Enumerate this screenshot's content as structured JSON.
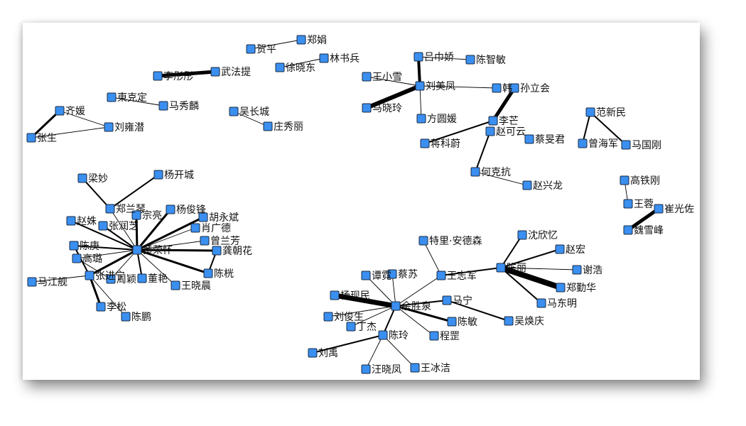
{
  "diagram": {
    "type": "co-authorship network",
    "node_color": "#3a8ff0",
    "nodes": [
      "贺平",
      "郑娟",
      "林书兵",
      "徐晓东",
      "李彤彤",
      "武法提",
      "東克定",
      "马秀麟",
      "齐媛",
      "刘雍潜",
      "张生",
      "吴长城",
      "庄秀丽",
      "吕巾娇",
      "陈智敏",
      "王小雪",
      "刘美凤",
      "马晓玲",
      "方圆媛",
      "韩",
      "孙立会",
      "李芒",
      "赵可云",
      "蒋科蔚",
      "蔡旻君",
      "何克抗",
      "赵兴龙",
      "范新民",
      "曾海军",
      "马国刚",
      "高铁刚",
      "王蓉",
      "崔光佐",
      "魏雪峰",
      "梁妙",
      "杨开城",
      "郑兰琴",
      "宗亮",
      "杨俊锋",
      "胡永斌",
      "赵姝",
      "张润芝",
      "肖广德",
      "曾兰芳",
      "黄荣怀",
      "龚朝花",
      "陈庚",
      "高璐",
      "张进宁",
      "马江舰",
      "周颖",
      "董艳",
      "陈桄",
      "王晓晨",
      "李松",
      "陈鹏",
      "特里·安德森",
      "王志军",
      "陈丽",
      "沈欣忆",
      "赵宏",
      "谢浩",
      "郑勤华",
      "马东明",
      "谭霓",
      "蔡苏",
      "杨现民",
      "余胜泉",
      "马宁",
      "吴焕庆",
      "刘俊生",
      "丁杰",
      "陈敏",
      "陈玲",
      "程罡",
      "刘禹",
      "汪晓凤",
      "王冰洁"
    ],
    "edges": [
      [
        "贺平",
        "郑娟",
        1
      ],
      [
        "徐晓东",
        "林书兵",
        1
      ],
      [
        "李彤彤",
        "武法提",
        5
      ],
      [
        "東克定",
        "马秀麟",
        1
      ],
      [
        "齐媛",
        "张生",
        3
      ],
      [
        "齐媛",
        "刘雍潜",
        1
      ],
      [
        "张生",
        "刘雍潜",
        1
      ],
      [
        "吴长城",
        "庄秀丽",
        1
      ],
      [
        "吕巾娇",
        "刘美凤",
        4
      ],
      [
        "吕巾娇",
        "陈智敏",
        1
      ],
      [
        "王小雪",
        "刘美凤",
        1
      ],
      [
        "马晓玲",
        "刘美凤",
        6
      ],
      [
        "刘美凤",
        "方圆媛",
        1
      ],
      [
        "刘美凤",
        "韩",
        1
      ],
      [
        "孙立会",
        "李芒",
        5
      ],
      [
        "李芒",
        "蒋科蔚",
        2
      ],
      [
        "赵可云",
        "何克抗",
        2
      ],
      [
        "何克抗",
        "赵兴龙",
        1
      ],
      [
        "范新民",
        "曾海军",
        2
      ],
      [
        "范新民",
        "马国刚",
        2
      ],
      [
        "高铁刚",
        "王蓉",
        1
      ],
      [
        "崔光佐",
        "魏雪峰",
        5
      ],
      [
        "梁妙",
        "郑兰琴",
        2
      ],
      [
        "杨开城",
        "郑兰琴",
        2
      ],
      [
        "黄荣怀",
        "郑兰琴",
        1
      ],
      [
        "黄荣怀",
        "宗亮",
        3
      ],
      [
        "黄荣怀",
        "杨俊锋",
        3
      ],
      [
        "黄荣怀",
        "胡永斌",
        3
      ],
      [
        "黄荣怀",
        "肖广德",
        1
      ],
      [
        "黄荣怀",
        "曾兰芳",
        1
      ],
      [
        "黄荣怀",
        "龚朝花",
        3
      ],
      [
        "黄荣怀",
        "陈桄",
        3
      ],
      [
        "黄荣怀",
        "王晓晨",
        1
      ],
      [
        "黄荣怀",
        "董艳",
        2
      ],
      [
        "黄荣怀",
        "周颖",
        1
      ],
      [
        "黄荣怀",
        "张进宁",
        3
      ],
      [
        "黄荣怀",
        "高璐",
        1
      ],
      [
        "黄荣怀",
        "陈庚",
        2
      ],
      [
        "黄荣怀",
        "赵姝",
        2
      ],
      [
        "黄荣怀",
        "张润芝",
        2
      ],
      [
        "龚朝花",
        "陈桄",
        2
      ],
      [
        "陈庚",
        "张进宁",
        2
      ],
      [
        "张进宁",
        "马江舰",
        1
      ],
      [
        "张进宁",
        "李松",
        3
      ],
      [
        "张进宁",
        "陈鹏",
        1
      ],
      [
        "高璐",
        "周颖",
        1
      ],
      [
        "余胜泉",
        "王志军",
        1
      ],
      [
        "特里·安德森",
        "王志军",
        1
      ],
      [
        "王志军",
        "陈丽",
        2
      ],
      [
        "陈丽",
        "沈欣忆",
        2
      ],
      [
        "陈丽",
        "赵宏",
        2
      ],
      [
        "陈丽",
        "谢浩",
        1
      ],
      [
        "陈丽",
        "郑勤华",
        8
      ],
      [
        "陈丽",
        "马东明",
        2
      ],
      [
        "余胜泉",
        "谭霓",
        1
      ],
      [
        "余胜泉",
        "蔡苏",
        1
      ],
      [
        "余胜泉",
        "杨现民",
        7
      ],
      [
        "余胜泉",
        "刘俊生",
        1
      ],
      [
        "余胜泉",
        "丁杰",
        1
      ],
      [
        "余胜泉",
        "陈玲",
        2
      ],
      [
        "余胜泉",
        "陈敏",
        3
      ],
      [
        "余胜泉",
        "程罡",
        1
      ],
      [
        "余胜泉",
        "马宁",
        2
      ],
      [
        "马宁",
        "吴焕庆",
        2
      ],
      [
        "陈玲",
        "刘禹",
        2
      ],
      [
        "陈玲",
        "汪晓凤",
        1
      ],
      [
        "陈玲",
        "王冰洁",
        1
      ]
    ]
  }
}
